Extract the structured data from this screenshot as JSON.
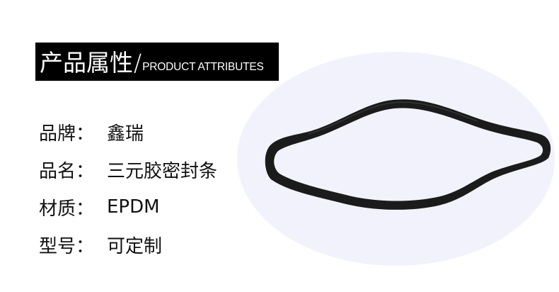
{
  "header": {
    "title_cn": "产品属性",
    "separator": "/",
    "title_en": "PRODUCT ATTRIBUTES"
  },
  "attributes": [
    {
      "label": "品牌：",
      "value": "鑫瑞"
    },
    {
      "label": "品名：",
      "value": "三元胶密封条"
    },
    {
      "label": "材质：",
      "value": "EPDM"
    },
    {
      "label": "型号：",
      "value": "可定制"
    }
  ],
  "product_image": {
    "description": "black EPDM rubber seal strip loop",
    "icon": "rubber-seal-ring-image"
  },
  "colors": {
    "title_bg": "#000000",
    "title_text": "#ffffff",
    "backdrop": "#f2f2fc",
    "seal": "#1b1b1b",
    "text": "#111111"
  }
}
